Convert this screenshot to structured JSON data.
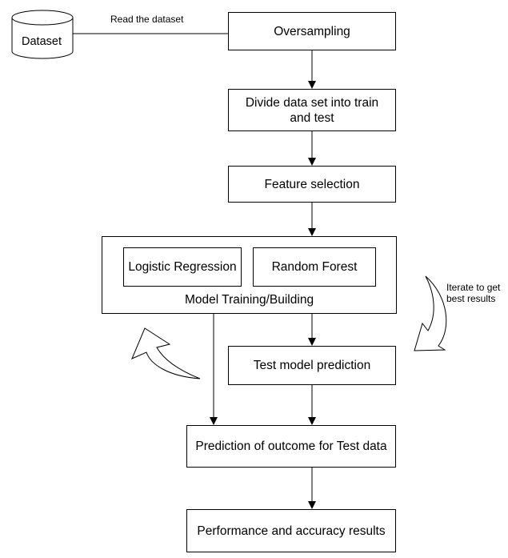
{
  "dataset": {
    "label": "Dataset"
  },
  "edge_label_read": "Read the dataset",
  "steps": {
    "oversampling": "Oversampling",
    "divide": "Divide data set into train and test",
    "feature_selection": "Feature selection",
    "model_group_caption": "Model Training/Building",
    "logistic_regression": "Logistic Regression",
    "random_forest": "Random Forest",
    "test_prediction": "Test model prediction",
    "outcome_prediction": "Prediction of outcome for Test data",
    "performance": "Performance and accuracy results"
  },
  "iterate_note": "Iterate to get best results",
  "colors": {
    "stroke": "#000000",
    "fill": "#ffffff",
    "text": "#000000"
  }
}
